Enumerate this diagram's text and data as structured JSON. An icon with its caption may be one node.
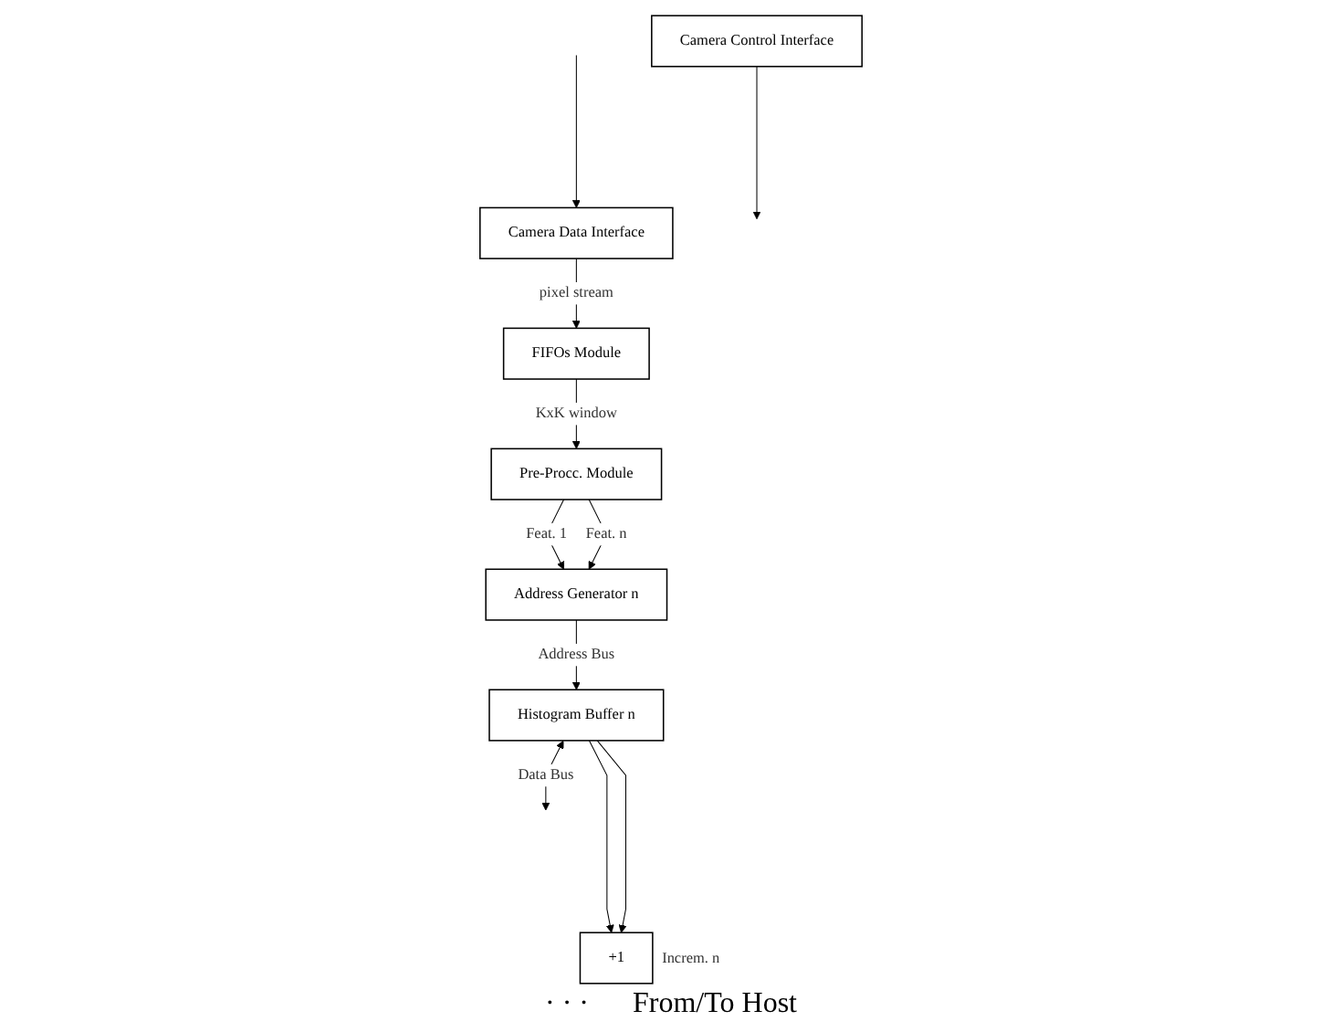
{
  "diagram": {
    "nodes": [
      {
        "text": [
          "Camera Data Interface"
        ]
      },
      {
        "text": [
          "Camera Control Interface"
        ]
      },
      {
        "text": [
          "FIFOs Module"
        ]
      },
      {
        "text": [
          "Pre-Procc. Module"
        ]
      },
      {
        "text": [
          "Address Generator n"
        ]
      },
      {
        "text": [
          "Histogram Buffer n"
        ]
      },
      {
        "text": [
          "+1"
        ],
        "beside": [
          "Increm. n"
        ]
      }
    ],
    "edges": [
      {
        "from": null,
        "to": 0,
        "arrow": "to"
      },
      {
        "from": 1,
        "to": null,
        "arrow": "to"
      },
      {
        "from": 0,
        "to": 2,
        "arrow": "to",
        "label": "pixel stream"
      },
      {
        "from": 2,
        "to": 3,
        "arrow": "to",
        "label": "KxK window"
      },
      {
        "from": 3,
        "to": 4,
        "arrow": "to",
        "label": "Feat. 1"
      },
      {
        "from": 3,
        "to": 4,
        "arrow": "to",
        "label": "Feat. n"
      },
      {
        "from": 4,
        "to": 5,
        "arrow": "to",
        "label": "Address Bus"
      },
      {
        "from": 5,
        "to": null,
        "arrow": "both",
        "label": "Data Bus"
      },
      {
        "from": 5,
        "to": 6,
        "arrow": "to"
      },
      {
        "from": 5,
        "to": 6,
        "arrow": "to"
      }
    ],
    "labels": [
      "· · ·",
      "From/To Host"
    ]
  }
}
